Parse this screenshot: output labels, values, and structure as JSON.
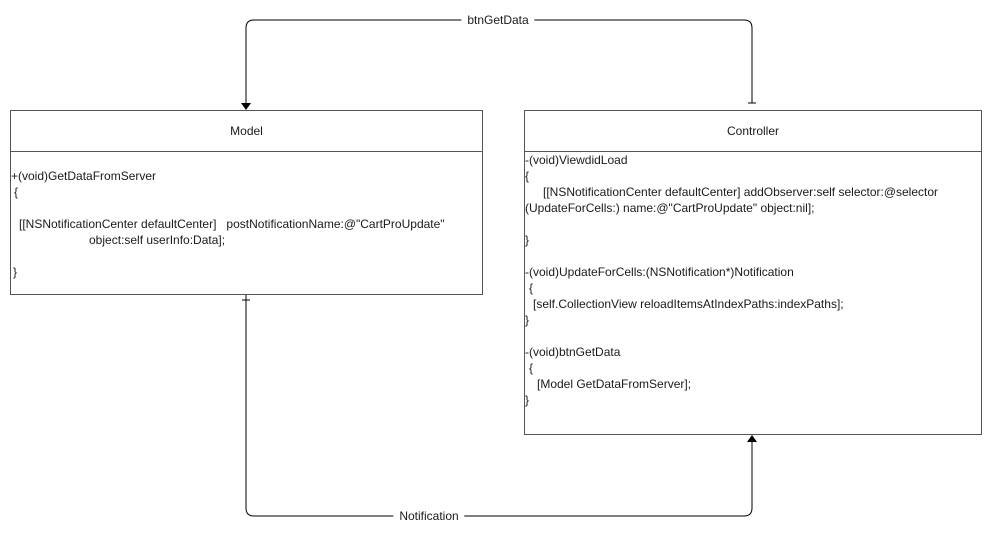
{
  "model": {
    "title": "Model",
    "lines": [
      "+(void)GetDataFromServer",
      "{",
      "[[NSNotificationCenter defaultCenter]   postNotificationName:@\"CartProUpdate\"",
      "object:self userInfo:Data];",
      "}"
    ]
  },
  "controller": {
    "title": "Controller",
    "lines": [
      "-(void)ViewdidLoad",
      "{",
      "[[NSNotificationCenter defaultCenter] addObserver:self selector:@selector",
      "(UpdateForCells:) name:@\"CartProUpdate\" object:nil];",
      "}",
      "-(void)UpdateForCells:(NSNotification*)Notification",
      "{",
      "[self.CollectionView reloadItemsAtIndexPaths:indexPaths];",
      "}",
      "-(void)btnGetData",
      "{",
      "[Model GetDataFromServer];",
      "}"
    ]
  },
  "edges": {
    "top_label": "btnGetData",
    "bottom_label": "Notification"
  }
}
